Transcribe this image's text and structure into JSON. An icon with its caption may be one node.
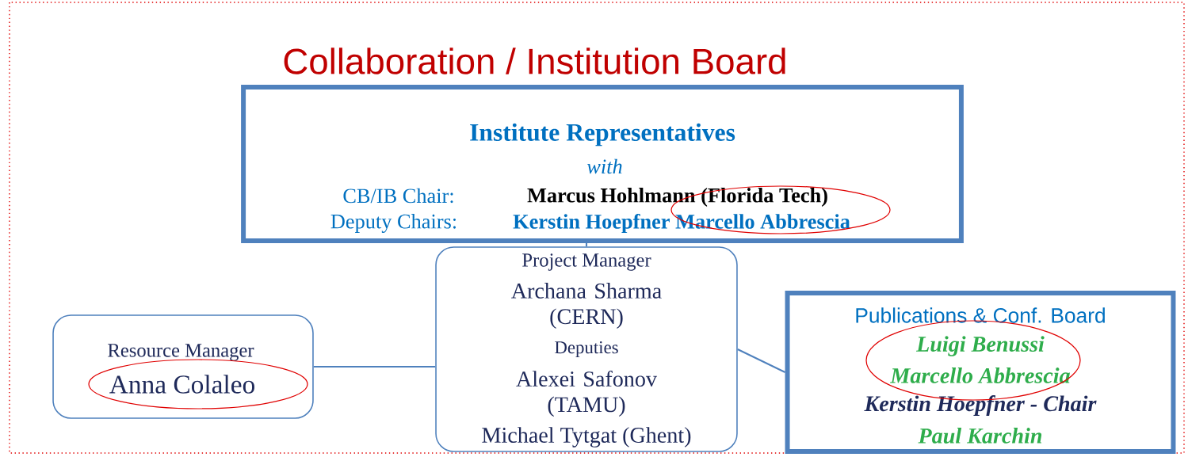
{
  "diagram": {
    "title": "Collaboration / Institution Board",
    "nodes": [
      {
        "text": [
          "Institute Representatives",
          "with",
          "CB/IB Chair:",
          "Marcus Hohlmann (Florida Tech)",
          "Deputy Chairs:",
          "Kerstin Hoepfner Marcello Abbrescia"
        ]
      },
      {
        "text": [
          "Project Manager",
          "Archana Sharma (CERN)",
          "Deputies",
          "Alexei Safonov (TAMU)",
          "Michael Tytgat (Ghent)"
        ]
      },
      {
        "text": [
          "Resource Manager",
          "Anna Colaleo"
        ]
      },
      {
        "text": [
          "Publications & Conf. Board",
          "Luigi Benussi",
          "Marcello Abbrescia",
          "Kerstin Hoepfner - Chair",
          "Paul Karchin"
        ]
      }
    ],
    "edges": [
      {
        "from": 0,
        "to": 1,
        "arrow": "none"
      },
      {
        "from": 1,
        "to": 2,
        "arrow": "none"
      },
      {
        "from": 1,
        "to": 3,
        "arrow": "none"
      }
    ]
  }
}
